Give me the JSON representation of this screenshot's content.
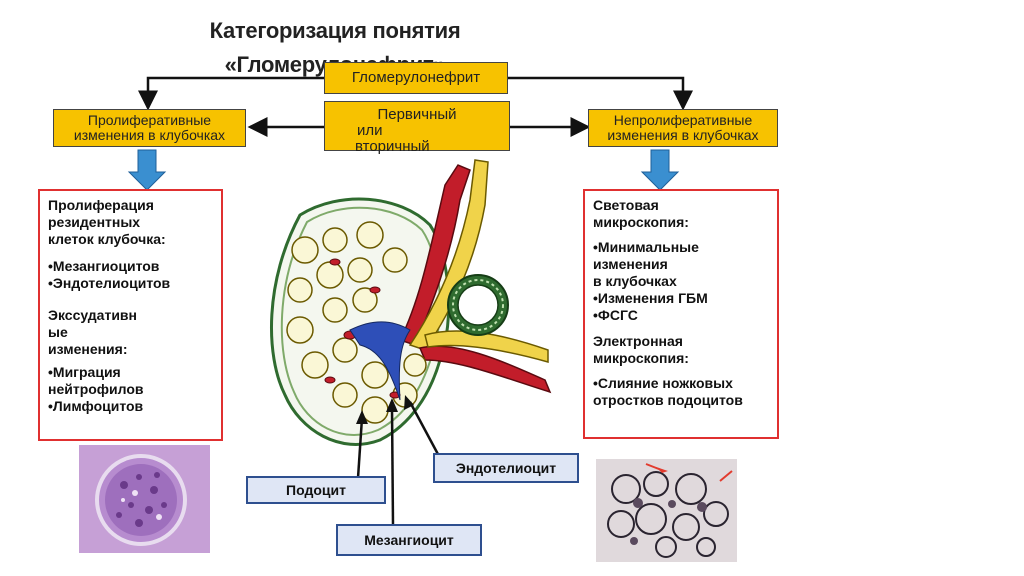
{
  "title": {
    "line1": "Категоризация понятия",
    "line2": "«Гломерулонефрит»"
  },
  "top_box": "Гломерулонефрит",
  "center_box": {
    "line1": "Первичный",
    "line2": "или",
    "line3": "вторичный"
  },
  "left_box": {
    "line1": "Пролиферативные",
    "line2": "изменения в клубочках"
  },
  "right_box": {
    "line1": "Непролиферативные",
    "line2": "изменения в клубочках"
  },
  "left_panel": {
    "lines1": [
      "Пролиферация",
      "резидентных",
      "клеток  клубочка:"
    ],
    "bullets1": [
      "•Мезангиоцитов",
      "•Эндотелиоцитов"
    ],
    "lines2": [
      "Экссудативн",
      "ые",
      "изменения:"
    ],
    "bullets2": [
      "•Миграция",
      "нейтрофилов",
      "•Лимфоцитов"
    ]
  },
  "right_panel": {
    "lines1": [
      "Световая",
      "микроскопия:"
    ],
    "bullets1": [
      "•Минимальные",
      "изменения",
      "в клубочках",
      "•Изменения ГБМ",
      "•ФСГС"
    ],
    "lines2": [
      "Электронная",
      "микроскопия:"
    ],
    "bullets2": [
      "•Слияние ножковых",
      "отростков подоцитов"
    ]
  },
  "labels": {
    "podocyte": "Подоцит",
    "endothelial": "Эндотелиоцит",
    "mesangial": "Мезангиоцит"
  },
  "colors": {
    "box_yellow": "#f7c200",
    "panel_border": "#e03030",
    "arrow_blue": "#3a8fd0",
    "label_border": "#2e4f8f",
    "label_fill": "#dfe6f5"
  }
}
